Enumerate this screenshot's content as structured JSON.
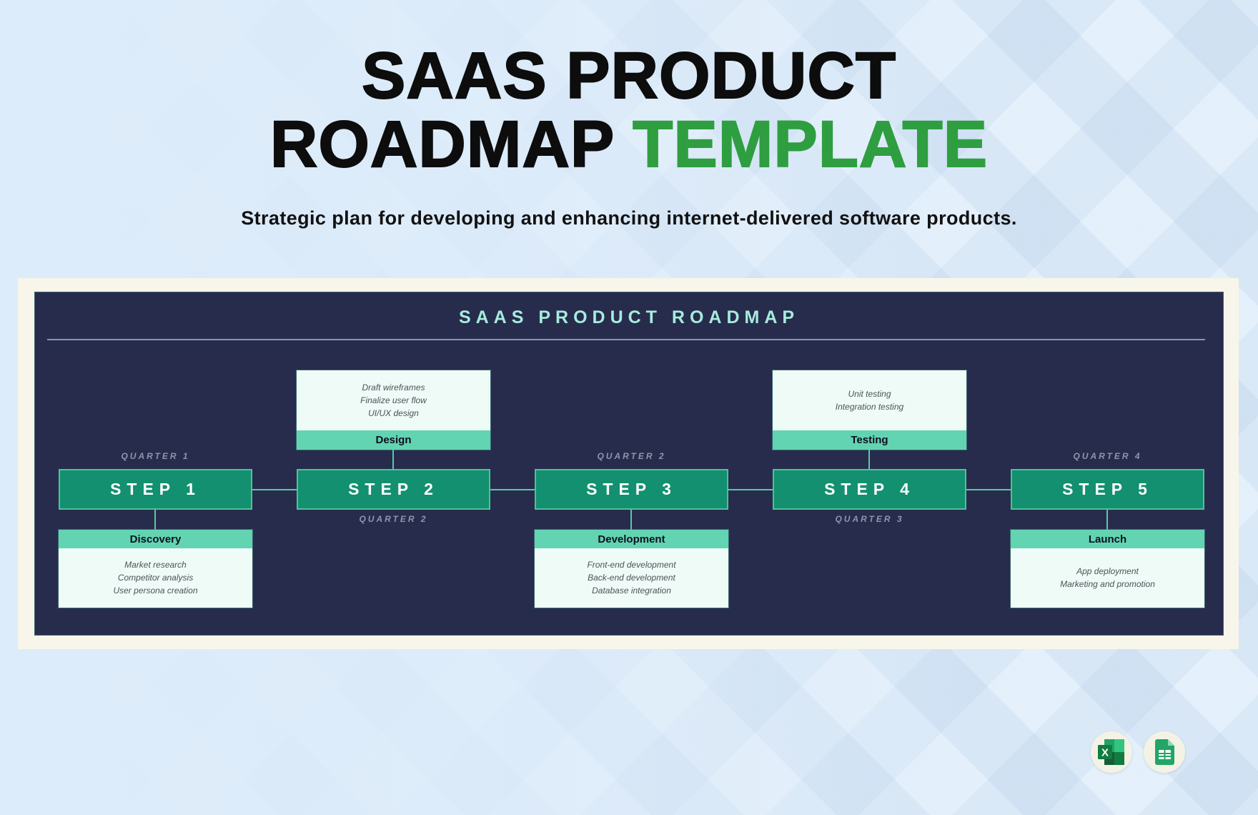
{
  "header": {
    "title_line1": "SAAS PRODUCT",
    "title_line2": "ROADMAP",
    "title_accent": "TEMPLATE",
    "accent_color": "#2f9e41",
    "subtitle": "Strategic plan for developing and enhancing internet-delivered software products."
  },
  "panel": {
    "title": "SAAS PRODUCT ROADMAP",
    "colors": {
      "board_bg": "#272c4d",
      "frame_bg": "#f8f6ea",
      "board_title_text": "#a6ecdc",
      "step_fill": "#12906f",
      "step_border": "#60c8a2",
      "band_fill": "#63d4b2",
      "card_fill": "#effbf7",
      "connector": "#5ac9a5",
      "quarter_text": "#8e95aa",
      "page_bg": "#ddecfa"
    }
  },
  "roadmap": {
    "steps": [
      {
        "label": "STEP 1",
        "quarter": "QUARTER 1",
        "card": {
          "title": "Discovery",
          "tasks": [
            "Market research",
            "Competitor analysis",
            "User persona creation"
          ]
        }
      },
      {
        "label": "STEP 2",
        "quarter": "QUARTER 2",
        "card": {
          "title": "Design",
          "tasks": [
            "Draft wireframes",
            "Finalize user flow",
            "UI/UX design"
          ]
        }
      },
      {
        "label": "STEP 3",
        "quarter": "QUARTER 2",
        "card": {
          "title": "Development",
          "tasks": [
            "Front-end development",
            "Back-end development",
            "Database integration"
          ]
        }
      },
      {
        "label": "STEP 4",
        "quarter": "QUARTER 3",
        "card": {
          "title": "Testing",
          "tasks": [
            "Unit testing",
            "Integration testing"
          ]
        }
      },
      {
        "label": "STEP 5",
        "quarter": "QUARTER 4",
        "card": {
          "title": "Launch",
          "tasks": [
            "App deployment",
            "Marketing and promotion"
          ]
        }
      }
    ]
  },
  "footer": {
    "icons": [
      {
        "name": "excel-icon",
        "label": "X"
      },
      {
        "name": "google-sheets-icon"
      }
    ]
  }
}
